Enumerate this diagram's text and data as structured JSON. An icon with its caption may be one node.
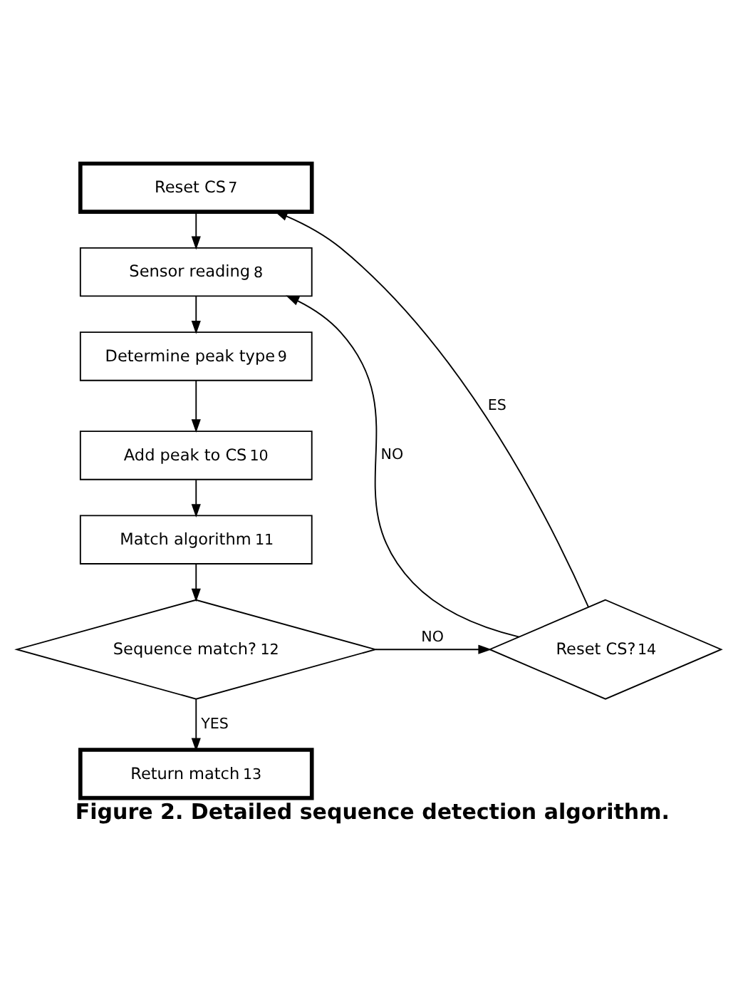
{
  "diagram": {
    "caption": "Figure 2. Detailed sequence detection algorithm.",
    "nodes": [
      {
        "text": [
          "Reset CS",
          "7"
        ]
      },
      {
        "text": [
          "Sensor reading",
          "8"
        ]
      },
      {
        "text": [
          "Determine peak type",
          "9"
        ]
      },
      {
        "text": [
          "Add peak to CS",
          "10"
        ]
      },
      {
        "text": [
          "Match algorithm",
          "11"
        ]
      },
      {
        "text": [
          "Sequence match?",
          "12"
        ]
      },
      {
        "text": [
          "Return match",
          "13"
        ]
      },
      {
        "text": [
          "Reset CS?",
          "14"
        ]
      }
    ],
    "edges": [
      {
        "from": 0,
        "to": 1,
        "arrow": "to"
      },
      {
        "from": 1,
        "to": 2,
        "arrow": "to"
      },
      {
        "from": 2,
        "to": 3,
        "arrow": "to"
      },
      {
        "from": 3,
        "to": 4,
        "arrow": "to"
      },
      {
        "from": 4,
        "to": 5,
        "arrow": "to"
      },
      {
        "from": 5,
        "to": 7,
        "arrow": "to",
        "label": "NO"
      },
      {
        "from": 5,
        "to": 6,
        "arrow": "to",
        "label": "YES"
      },
      {
        "from": 7,
        "to": 0,
        "arrow": "to",
        "label": "ES"
      },
      {
        "from": 7,
        "to": 1,
        "arrow": "to",
        "label": "NO"
      }
    ]
  }
}
